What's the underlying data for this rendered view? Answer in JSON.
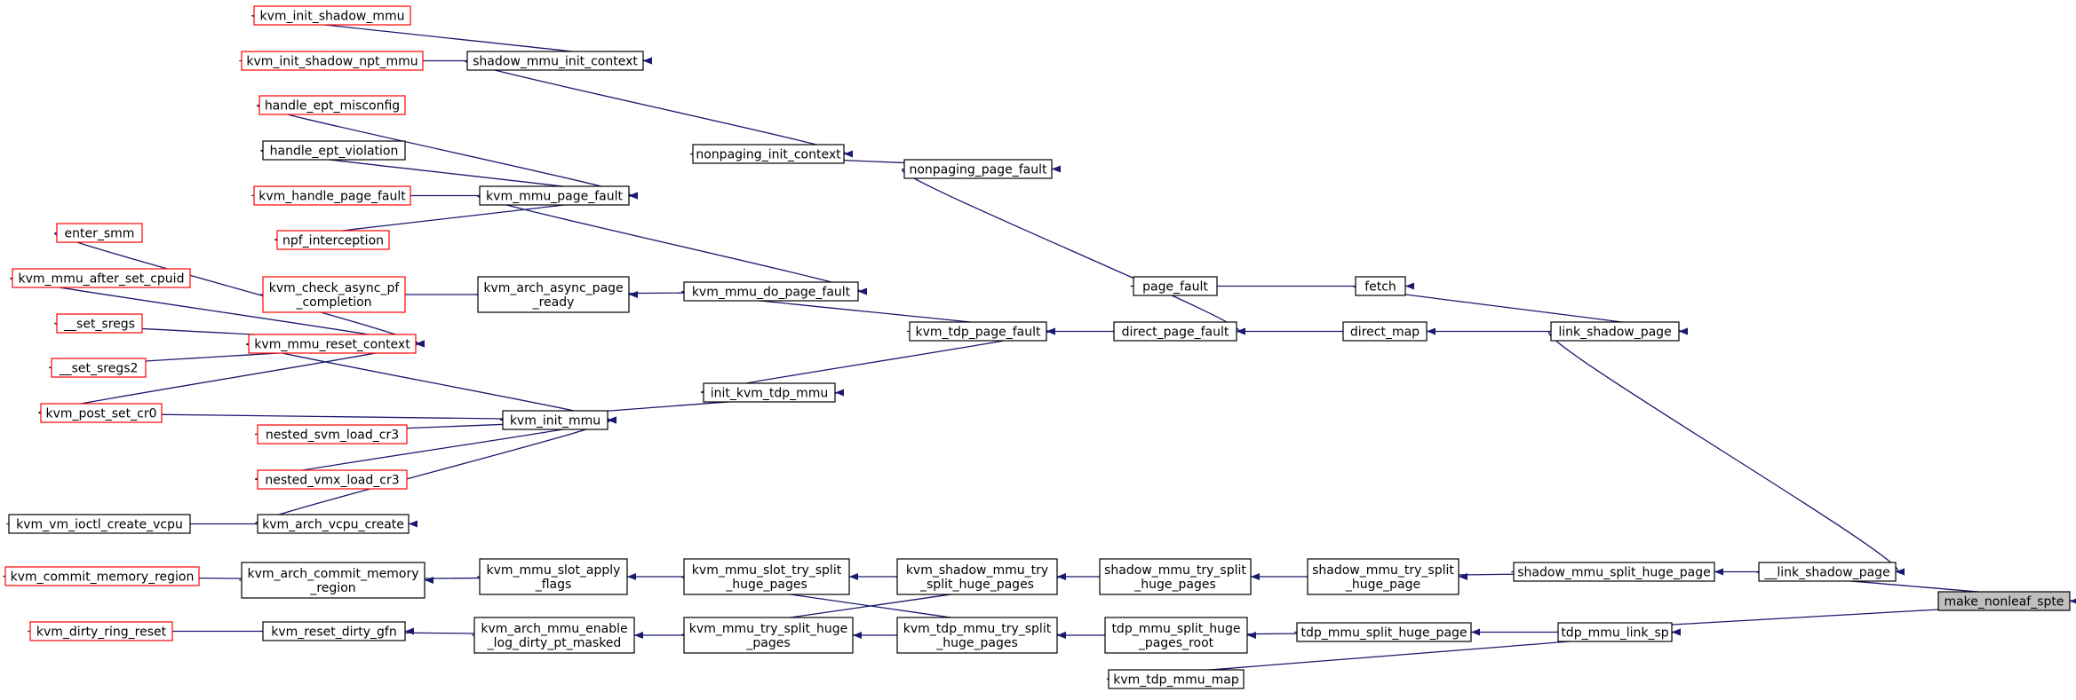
{
  "colors": {
    "edge": "#191970",
    "ref_border": "#ff0000",
    "normal_border": "#000000",
    "selected_fill": "#bfbfbf"
  },
  "nodes": {
    "make_nonleaf_spte": {
      "lines": [
        "make_nonleaf_spte"
      ],
      "kind": "selected"
    },
    "link_shadow_page_2": {
      "lines": [
        "__link_shadow_page"
      ],
      "kind": "normal"
    },
    "tdp_mmu_link_sp": {
      "lines": [
        "tdp_mmu_link_sp"
      ],
      "kind": "normal"
    },
    "link_shadow_page": {
      "lines": [
        "link_shadow_page"
      ],
      "kind": "normal"
    },
    "shadow_mmu_split_huge_page": {
      "lines": [
        "shadow_mmu_split_huge_page"
      ],
      "kind": "normal"
    },
    "tdp_mmu_split_huge_page": {
      "lines": [
        "tdp_mmu_split_huge_page"
      ],
      "kind": "normal"
    },
    "kvm_tdp_mmu_map": {
      "lines": [
        "kvm_tdp_mmu_map"
      ],
      "kind": "normal"
    },
    "fetch": {
      "lines": [
        "fetch"
      ],
      "kind": "normal"
    },
    "direct_map": {
      "lines": [
        "direct_map"
      ],
      "kind": "normal"
    },
    "page_fault": {
      "lines": [
        "page_fault"
      ],
      "kind": "normal"
    },
    "direct_page_fault": {
      "lines": [
        "direct_page_fault"
      ],
      "kind": "normal"
    },
    "nonpaging_page_fault": {
      "lines": [
        "nonpaging_page_fault"
      ],
      "kind": "normal"
    },
    "kvm_tdp_page_fault": {
      "lines": [
        "kvm_tdp_page_fault"
      ],
      "kind": "normal"
    },
    "nonpaging_init_context": {
      "lines": [
        "nonpaging_init_context"
      ],
      "kind": "normal"
    },
    "shadow_mmu_init_context": {
      "lines": [
        "shadow_mmu_init_context"
      ],
      "kind": "normal"
    },
    "kvm_init_shadow_mmu": {
      "lines": [
        "kvm_init_shadow_mmu"
      ],
      "kind": "ref"
    },
    "kvm_init_shadow_npt_mmu": {
      "lines": [
        "kvm_init_shadow_npt_mmu"
      ],
      "kind": "ref"
    },
    "kvm_mmu_do_page_fault": {
      "lines": [
        "kvm_mmu_do_page_fault"
      ],
      "kind": "normal"
    },
    "init_kvm_tdp_mmu": {
      "lines": [
        "init_kvm_tdp_mmu"
      ],
      "kind": "normal"
    },
    "kvm_mmu_page_fault": {
      "lines": [
        "kvm_mmu_page_fault"
      ],
      "kind": "normal"
    },
    "kvm_arch_async_page_ready": {
      "lines": [
        "kvm_arch_async_page",
        "_ready"
      ],
      "kind": "normal"
    },
    "handle_ept_misconfig": {
      "lines": [
        "handle_ept_misconfig"
      ],
      "kind": "ref"
    },
    "handle_ept_violation": {
      "lines": [
        "handle_ept_violation"
      ],
      "kind": "normal"
    },
    "kvm_handle_page_fault": {
      "lines": [
        "kvm_handle_page_fault"
      ],
      "kind": "ref"
    },
    "npf_interception": {
      "lines": [
        "npf_interception"
      ],
      "kind": "ref"
    },
    "kvm_check_async_pf_completion": {
      "lines": [
        "kvm_check_async_pf",
        "_completion"
      ],
      "kind": "ref"
    },
    "kvm_init_mmu": {
      "lines": [
        "kvm_init_mmu"
      ],
      "kind": "normal"
    },
    "kvm_mmu_reset_context": {
      "lines": [
        "kvm_mmu_reset_context"
      ],
      "kind": "ref"
    },
    "enter_smm": {
      "lines": [
        "enter_smm"
      ],
      "kind": "ref"
    },
    "kvm_mmu_after_set_cpuid": {
      "lines": [
        "kvm_mmu_after_set_cpuid"
      ],
      "kind": "ref"
    },
    "set_sregs": {
      "lines": [
        "__set_sregs"
      ],
      "kind": "ref"
    },
    "set_sregs2": {
      "lines": [
        "__set_sregs2"
      ],
      "kind": "ref"
    },
    "kvm_post_set_cr0": {
      "lines": [
        "kvm_post_set_cr0"
      ],
      "kind": "ref"
    },
    "nested_svm_load_cr3": {
      "lines": [
        "nested_svm_load_cr3"
      ],
      "kind": "ref"
    },
    "nested_vmx_load_cr3": {
      "lines": [
        "nested_vmx_load_cr3"
      ],
      "kind": "ref"
    },
    "kvm_arch_vcpu_create": {
      "lines": [
        "kvm_arch_vcpu_create"
      ],
      "kind": "normal"
    },
    "kvm_vm_ioctl_create_vcpu": {
      "lines": [
        "kvm_vm_ioctl_create_vcpu"
      ],
      "kind": "normal"
    },
    "shadow_mmu_try_split_huge_page": {
      "lines": [
        "shadow_mmu_try_split",
        "_huge_page"
      ],
      "kind": "normal"
    },
    "shadow_mmu_try_split_huge_pages": {
      "lines": [
        "shadow_mmu_try_split",
        "_huge_pages"
      ],
      "kind": "normal"
    },
    "kvm_shadow_mmu_try_split_huge_pages": {
      "lines": [
        "kvm_shadow_mmu_try",
        "_split_huge_pages"
      ],
      "kind": "normal"
    },
    "tdp_mmu_split_huge_pages_root": {
      "lines": [
        "tdp_mmu_split_huge",
        "_pages_root"
      ],
      "kind": "normal"
    },
    "kvm_tdp_mmu_try_split_huge_pages": {
      "lines": [
        "kvm_tdp_mmu_try_split",
        "_huge_pages"
      ],
      "kind": "normal"
    },
    "kvm_mmu_slot_try_split_huge_pages": {
      "lines": [
        "kvm_mmu_slot_try_split",
        "_huge_pages"
      ],
      "kind": "normal"
    },
    "kvm_mmu_try_split_huge_pages": {
      "lines": [
        "kvm_mmu_try_split_huge",
        "_pages"
      ],
      "kind": "normal"
    },
    "kvm_mmu_slot_apply_flags": {
      "lines": [
        "kvm_mmu_slot_apply",
        "_flags"
      ],
      "kind": "normal"
    },
    "kvm_arch_commit_memory_region": {
      "lines": [
        "kvm_arch_commit_memory",
        "_region"
      ],
      "kind": "normal"
    },
    "kvm_commit_memory_region": {
      "lines": [
        "kvm_commit_memory_region"
      ],
      "kind": "ref"
    },
    "kvm_arch_mmu_enable_log_dirty_pt_masked": {
      "lines": [
        "kvm_arch_mmu_enable",
        "_log_dirty_pt_masked"
      ],
      "kind": "normal"
    },
    "kvm_reset_dirty_gfn": {
      "lines": [
        "kvm_reset_dirty_gfn"
      ],
      "kind": "normal"
    },
    "kvm_dirty_ring_reset": {
      "lines": [
        "kvm_dirty_ring_reset"
      ],
      "kind": "ref"
    }
  },
  "edges": [
    [
      "link_shadow_page_2",
      "make_nonleaf_spte"
    ],
    [
      "tdp_mmu_link_sp",
      "make_nonleaf_spte"
    ],
    [
      "link_shadow_page",
      "link_shadow_page_2"
    ],
    [
      "shadow_mmu_split_huge_page",
      "link_shadow_page_2"
    ],
    [
      "tdp_mmu_split_huge_page",
      "tdp_mmu_link_sp"
    ],
    [
      "kvm_tdp_mmu_map",
      "tdp_mmu_link_sp"
    ],
    [
      "fetch",
      "link_shadow_page"
    ],
    [
      "direct_map",
      "link_shadow_page"
    ],
    [
      "page_fault",
      "fetch"
    ],
    [
      "direct_page_fault",
      "direct_map"
    ],
    [
      "nonpaging_page_fault",
      "direct_page_fault"
    ],
    [
      "kvm_tdp_page_fault",
      "direct_page_fault"
    ],
    [
      "nonpaging_init_context",
      "nonpaging_page_fault"
    ],
    [
      "shadow_mmu_init_context",
      "nonpaging_init_context"
    ],
    [
      "kvm_init_shadow_mmu",
      "shadow_mmu_init_context"
    ],
    [
      "kvm_init_shadow_npt_mmu",
      "shadow_mmu_init_context"
    ],
    [
      "kvm_mmu_do_page_fault",
      "kvm_tdp_page_fault"
    ],
    [
      "init_kvm_tdp_mmu",
      "kvm_tdp_page_fault"
    ],
    [
      "kvm_mmu_page_fault",
      "kvm_mmu_do_page_fault"
    ],
    [
      "kvm_arch_async_page_ready",
      "kvm_mmu_do_page_fault"
    ],
    [
      "handle_ept_misconfig",
      "kvm_mmu_page_fault"
    ],
    [
      "handle_ept_violation",
      "kvm_mmu_page_fault"
    ],
    [
      "kvm_handle_page_fault",
      "kvm_mmu_page_fault"
    ],
    [
      "npf_interception",
      "kvm_mmu_page_fault"
    ],
    [
      "kvm_check_async_pf_completion",
      "kvm_arch_async_page_ready"
    ],
    [
      "kvm_init_mmu",
      "init_kvm_tdp_mmu"
    ],
    [
      "kvm_mmu_reset_context",
      "kvm_init_mmu"
    ],
    [
      "enter_smm",
      "kvm_mmu_reset_context"
    ],
    [
      "kvm_mmu_after_set_cpuid",
      "kvm_mmu_reset_context"
    ],
    [
      "set_sregs",
      "kvm_mmu_reset_context"
    ],
    [
      "set_sregs2",
      "kvm_mmu_reset_context"
    ],
    [
      "kvm_post_set_cr0",
      "kvm_mmu_reset_context"
    ],
    [
      "kvm_post_set_cr0",
      "kvm_init_mmu"
    ],
    [
      "nested_svm_load_cr3",
      "kvm_init_mmu"
    ],
    [
      "nested_vmx_load_cr3",
      "kvm_init_mmu"
    ],
    [
      "kvm_arch_vcpu_create",
      "kvm_init_mmu"
    ],
    [
      "kvm_vm_ioctl_create_vcpu",
      "kvm_arch_vcpu_create"
    ],
    [
      "shadow_mmu_try_split_huge_page",
      "shadow_mmu_split_huge_page"
    ],
    [
      "shadow_mmu_try_split_huge_pages",
      "shadow_mmu_try_split_huge_page"
    ],
    [
      "kvm_shadow_mmu_try_split_huge_pages",
      "shadow_mmu_try_split_huge_pages"
    ],
    [
      "tdp_mmu_split_huge_pages_root",
      "tdp_mmu_split_huge_page"
    ],
    [
      "kvm_tdp_mmu_try_split_huge_pages",
      "tdp_mmu_split_huge_pages_root"
    ],
    [
      "kvm_mmu_slot_try_split_huge_pages",
      "kvm_shadow_mmu_try_split_huge_pages"
    ],
    [
      "kvm_mmu_slot_try_split_huge_pages",
      "kvm_tdp_mmu_try_split_huge_pages"
    ],
    [
      "kvm_mmu_try_split_huge_pages",
      "kvm_shadow_mmu_try_split_huge_pages"
    ],
    [
      "kvm_mmu_try_split_huge_pages",
      "kvm_tdp_mmu_try_split_huge_pages"
    ],
    [
      "kvm_mmu_slot_apply_flags",
      "kvm_mmu_slot_try_split_huge_pages"
    ],
    [
      "kvm_arch_commit_memory_region",
      "kvm_mmu_slot_apply_flags"
    ],
    [
      "kvm_commit_memory_region",
      "kvm_arch_commit_memory_region"
    ],
    [
      "kvm_arch_mmu_enable_log_dirty_pt_masked",
      "kvm_mmu_try_split_huge_pages"
    ],
    [
      "kvm_reset_dirty_gfn",
      "kvm_arch_mmu_enable_log_dirty_pt_masked"
    ],
    [
      "kvm_dirty_ring_reset",
      "kvm_reset_dirty_gfn"
    ]
  ]
}
